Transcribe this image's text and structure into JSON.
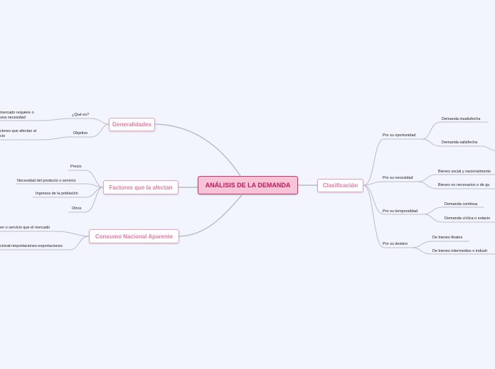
{
  "central": {
    "title": "ANÁLISIS DE LA DEMANDA"
  },
  "generalidades": {
    "title": "Generalidades",
    "que_es": "¿Qué es?",
    "que_es_detail_1": "mercado requiere o",
    "que_es_detail_2": "una necesidad",
    "objetivo": "Objetivo",
    "objetivo_detail_1": "ctores que afectan al",
    "objetivo_detail_2": "cio"
  },
  "factores": {
    "title": "Factores que la afectan",
    "items": [
      "Precio",
      "Necesidad del producto o servicio",
      "Ingresos de la población",
      "Otros"
    ]
  },
  "consumo": {
    "title": "Consumo Nacional Aparente",
    "detail_1": "en o servicio que el mercado",
    "detail_2": "cional+importaciones-exportaciones"
  },
  "clasificacion": {
    "title": "Clasificación",
    "oportunidad": "Por su oportunidad",
    "oportunidad_items": [
      "Demanda insatisfecha",
      "Demanda satisfecha"
    ],
    "necesidad": "Por su necesidad",
    "necesidad_items": [
      "Bienes social y nacionalmente",
      "Bienes no necesarios o de gu"
    ],
    "temporalidad": "Por su temporalidad",
    "temporalidad_items": [
      "Demanda continua",
      "Demanda cíclica o estacio"
    ],
    "destino": "Por su destino",
    "destino_items": [
      "De bienes finales",
      "De bienes intermedios o industr"
    ]
  },
  "colors": {
    "background": "#f3f5fe",
    "accent": "#e57aa0",
    "root_fill": "#f7c3d6",
    "root_border": "#d1356c",
    "connector": "#b9bccb"
  }
}
